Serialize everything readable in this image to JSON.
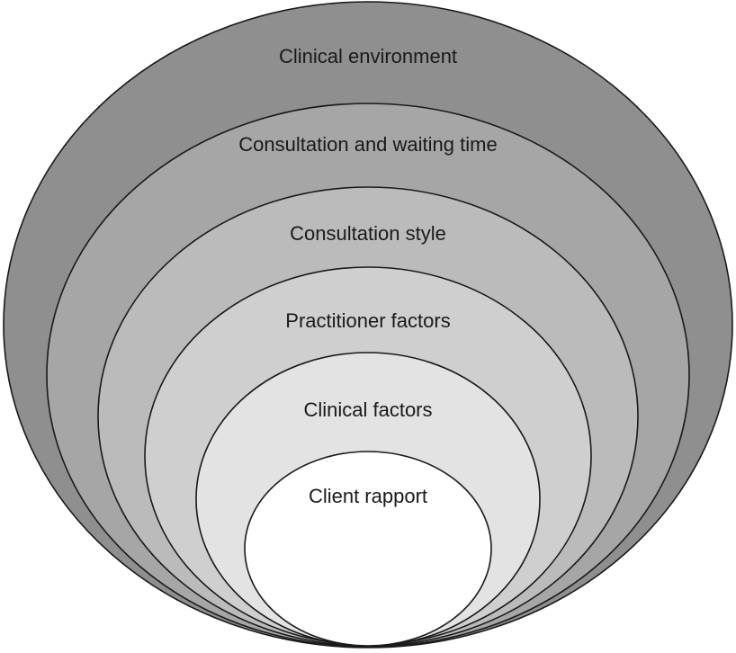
{
  "diagram": {
    "type": "nested-ellipses",
    "layers": [
      {
        "label": "Clinical environment",
        "fill": "#8f8f8f"
      },
      {
        "label": "Consultation and waiting time",
        "fill": "#a6a6a6"
      },
      {
        "label": "Consultation style",
        "fill": "#bbbbbb"
      },
      {
        "label": "Practitioner factors",
        "fill": "#cfcfcf"
      },
      {
        "label": "Clinical factors",
        "fill": "#e3e3e3"
      },
      {
        "label": "Client rapport",
        "fill": "#ffffff"
      }
    ]
  }
}
